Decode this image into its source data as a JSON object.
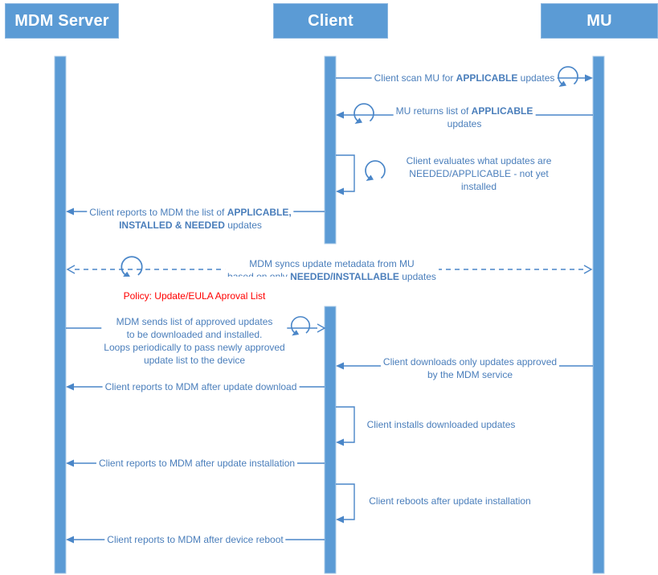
{
  "colors": {
    "shape_blue": "#5b9bd5",
    "line_blue": "#4a86c8",
    "text_blue": "#4a7ebb",
    "policy_red": "#ff0000"
  },
  "actors": [
    {
      "id": "mdm-server",
      "label": "MDM Server"
    },
    {
      "id": "client",
      "label": "Client"
    },
    {
      "id": "mu",
      "label": "MU"
    }
  ],
  "messages": {
    "m1": {
      "from": "Client",
      "to": "MU",
      "kind": "solid",
      "loop_icon": true,
      "segments": [
        {
          "t": "Client scan MU for "
        },
        {
          "t": "APPLICABLE",
          "b": true
        },
        {
          "t": " updates"
        }
      ]
    },
    "m2": {
      "from": "MU",
      "to": "Client",
      "kind": "solid",
      "loop_icon": true,
      "segments": [
        {
          "t": "MU returns list of "
        },
        {
          "t": "APPLICABLE",
          "b": true
        },
        {
          "t": "\nupdates"
        }
      ]
    },
    "m3": {
      "from": "Client",
      "to": "Client",
      "kind": "self",
      "loop_icon": true,
      "segments": [
        {
          "t": "Client evaluates what updates are\nNEEDED/APPLICABLE - not yet installed"
        }
      ]
    },
    "m4": {
      "from": "Client",
      "to": "MDM Server",
      "kind": "solid",
      "segments": [
        {
          "t": "Client reports to MDM the list of "
        },
        {
          "t": "APPLICABLE,",
          "b": true
        },
        {
          "t": "\n"
        },
        {
          "t": "INSTALLED & NEEDED",
          "b": true
        },
        {
          "t": " updates"
        }
      ]
    },
    "m5": {
      "from": "MDM Server",
      "to": "MU",
      "kind": "dashed-bidirectional",
      "loop_icon": true,
      "segments": [
        {
          "t": "MDM syncs update metadata from MU\nbased on only "
        },
        {
          "t": "NEEDED/INSTALLABLE",
          "b": true
        },
        {
          "t": " updates"
        }
      ]
    },
    "m6": {
      "from": "MDM Server",
      "to": "Client",
      "kind": "solid",
      "loop_icon": true,
      "policy_title": "Policy: Update/EULA Aproval List",
      "segments": [
        {
          "t": "MDM sends list of approved updates\nto be downloaded and installed.\nLoops periodically to pass newly approved\nupdate list to the device"
        }
      ]
    },
    "m7": {
      "from": "MU",
      "to": "Client",
      "kind": "solid",
      "segments": [
        {
          "t": "Client downloads only updates approved\nby the MDM service"
        }
      ]
    },
    "m8": {
      "from": "Client",
      "to": "MDM Server",
      "kind": "solid",
      "segments": [
        {
          "t": "Client reports to MDM after update download"
        }
      ]
    },
    "m9": {
      "from": "Client",
      "to": "Client",
      "kind": "self",
      "segments": [
        {
          "t": "Client installs downloaded updates"
        }
      ]
    },
    "m10": {
      "from": "Client",
      "to": "MDM Server",
      "kind": "solid",
      "segments": [
        {
          "t": "Client reports to MDM after update installation"
        }
      ]
    },
    "m11": {
      "from": "Client",
      "to": "Client",
      "kind": "self",
      "segments": [
        {
          "t": "Client reboots after update installation"
        }
      ]
    },
    "m12": {
      "from": "Client",
      "to": "MDM Server",
      "kind": "solid",
      "segments": [
        {
          "t": "Client reports to MDM after device reboot"
        }
      ]
    }
  }
}
